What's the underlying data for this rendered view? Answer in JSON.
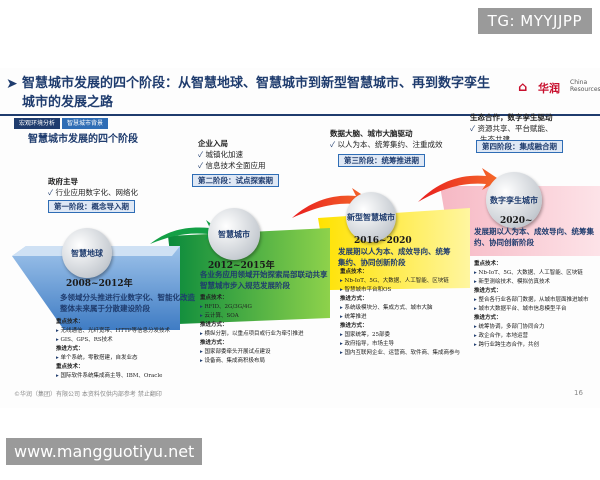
{
  "watermarks": {
    "top": "TG: MYYJJPP",
    "bottom": "www.mangguotiyu.net"
  },
  "header": {
    "title": "智慧城市发展的四个阶段：从智慧地球、智慧城市到新型智慧城市、再到数字孪生城市的发展之路",
    "logo_mark": "⌂",
    "logo_cn": "华润",
    "logo_en": "China Resources",
    "crumb_1": "宏观环境分析",
    "crumb_2": "智慧城市背景",
    "subtitle": "智慧城市发展的四个阶段"
  },
  "stages": [
    {
      "tag": "第一阶段：概念导入期",
      "circle": "智慧地球",
      "year": "2008~2012年",
      "desc": "多领域分头推进行业数字化、智能化改造整体未来属于分散建设阶段",
      "top_head": "政府主导",
      "top_items": [
        "行业应用数字化、网络化"
      ],
      "detail": [
        {
          "type": "h",
          "text": "重点技术："
        },
        {
          "type": "i",
          "text": "无线通信、光纤宽带、HTTP等信息分发技术"
        },
        {
          "type": "i",
          "text": "GIS、GPS、RS技术"
        },
        {
          "type": "h",
          "text": "推进方式："
        },
        {
          "type": "i",
          "text": "单个系统，零散搭建，自发业态"
        },
        {
          "type": "h",
          "text": "重点技术："
        },
        {
          "type": "i",
          "text": "国际软件系统集成商主导、IBM、Oracle"
        }
      ]
    },
    {
      "tag": "第二阶段：试点探索期",
      "circle": "智慧城市",
      "year": "2012~2015年",
      "desc": "各业务应用领域开始探索局部联动共享智慧城市步入规范发展阶段",
      "top_head": "企业入局",
      "top_items": [
        "城镇化加速",
        "信息技术全面应用"
      ],
      "detail": [
        {
          "type": "h",
          "text": "重点技术："
        },
        {
          "type": "i",
          "text": "RFID、2G/3G/4G"
        },
        {
          "type": "i",
          "text": "云计算、SOA"
        },
        {
          "type": "h",
          "text": "推进方式："
        },
        {
          "type": "i",
          "text": "横纵分割，以重点项目或行业为牵引推进"
        },
        {
          "type": "h",
          "text": "推进方式："
        },
        {
          "type": "i",
          "text": "国家部委牵头开展试点建设"
        },
        {
          "type": "i",
          "text": "设备商、集成商积极布局"
        }
      ]
    },
    {
      "tag": "第三阶段：统筹推进期",
      "circle": "新型智慧城市",
      "year": "2016~2020",
      "desc": "发展期以人为本、成效导向、统筹集约、协同创新阶段",
      "top_head": "数据大脑、城市大脑驱动",
      "top_items": [
        "以人为本、统筹集约、注重成效"
      ],
      "detail": [
        {
          "type": "h",
          "text": "重点技术："
        },
        {
          "type": "i",
          "text": "Nb-IoT、5G、大数据、人工智能、区块链"
        },
        {
          "type": "i",
          "text": "智慧城市平台和OS"
        },
        {
          "type": "h",
          "text": "推进方式："
        },
        {
          "type": "i",
          "text": "系统级模块分、集成方式、城市大脑"
        },
        {
          "type": "i",
          "text": "统筹推进"
        },
        {
          "type": "h",
          "text": "推进方式："
        },
        {
          "type": "i",
          "text": "国家统筹，25部委"
        },
        {
          "type": "i",
          "text": "政府指导，市场主导"
        },
        {
          "type": "i",
          "text": "国内互联网企业、运营商、软件商、集成商参与"
        }
      ]
    },
    {
      "tag": "第四阶段：集成融合期",
      "circle": "数字孪生城市",
      "year": "2020~",
      "desc": "发展期以人为本、成效导向、统筹集约、协同创新阶段",
      "top_head": "生态合作，数字孪生驱动",
      "top_items": [
        "资源共享、平台赋能、",
        "生态共建"
      ],
      "detail": [
        {
          "type": "h",
          "text": "重点技术："
        },
        {
          "type": "i",
          "text": "Nb-IoT、5G、大数据、人工智能、区块链"
        },
        {
          "type": "i",
          "text": "新型测绘技术、模拟仿真技术"
        },
        {
          "type": "h",
          "text": "推进方式："
        },
        {
          "type": "i",
          "text": "整合各行业各部门数据，从城市层面推进城市"
        },
        {
          "type": "i",
          "text": "城市大数据平台、城市信息模型平台"
        },
        {
          "type": "h",
          "text": "推进方式："
        },
        {
          "type": "i",
          "text": "统筹协调，多部门协同合力"
        },
        {
          "type": "i",
          "text": "政企合作，本地运营"
        },
        {
          "type": "i",
          "text": "跨行业跨生态合作，共创"
        }
      ]
    }
  ],
  "footer": {
    "source": "©华润（集团）有限公司 本资料仅供内部参考 禁止翻印",
    "page": "16"
  }
}
